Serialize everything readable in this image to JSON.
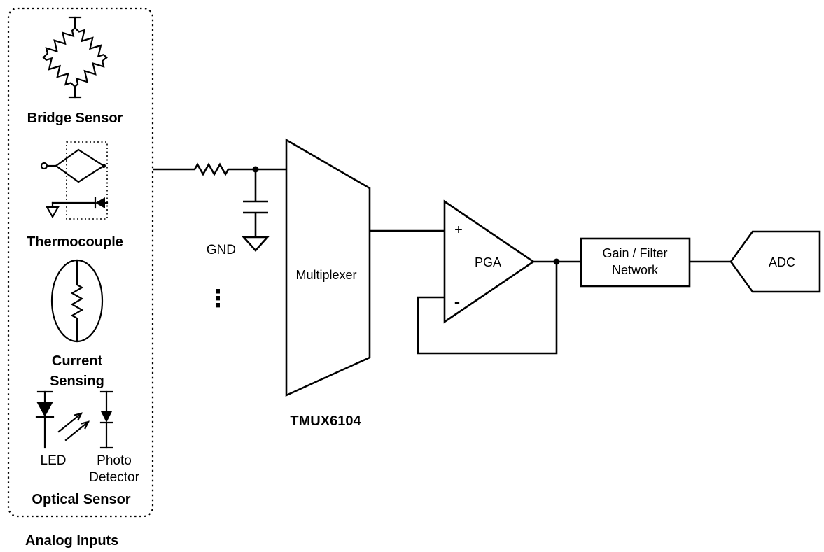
{
  "diagram": {
    "analog_inputs": {
      "title": "Analog Inputs",
      "bridge_sensor": "Bridge Sensor",
      "thermocouple": "Thermocouple",
      "current_sensing_line1": "Current",
      "current_sensing_line2": "Sensing",
      "led": "LED",
      "photo_detector_line1": "Photo",
      "photo_detector_line2": "Detector",
      "optical_sensor": "Optical Sensor"
    },
    "gnd": "GND",
    "ellipsis": "⋮",
    "multiplexer": {
      "label": "Multiplexer",
      "part_number": "TMUX6104"
    },
    "pga": {
      "label": "PGA",
      "noninverting_input": "+",
      "inverting_input": "-"
    },
    "gain_filter": {
      "line1": "Gain / Filter",
      "line2": "Network"
    },
    "adc": "ADC",
    "colors": {
      "ink": "#000000",
      "background": "#ffffff"
    }
  }
}
